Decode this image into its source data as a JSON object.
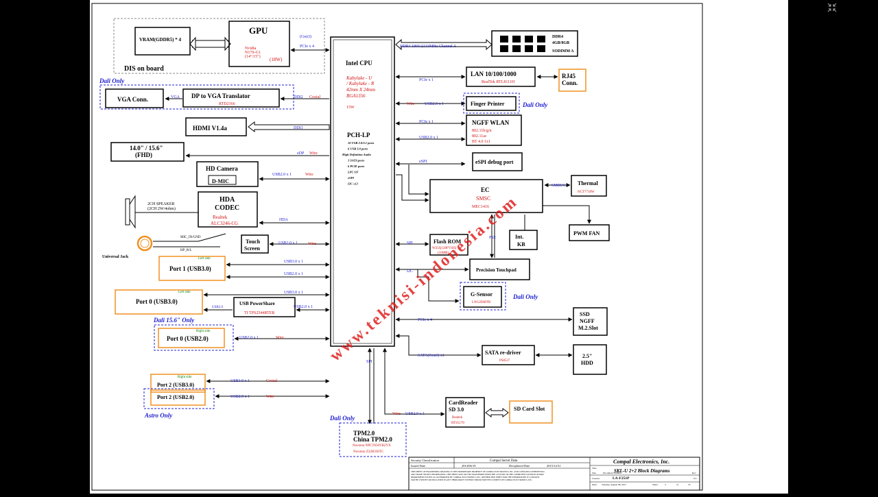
{
  "viewer": {
    "fullscreen_icon": "collapse-arrows-icon"
  },
  "colors": {
    "blue": "#1c1cd0",
    "red": "#d01010",
    "orange": "#f09020",
    "green": "#008000",
    "watermark": "#e02020"
  },
  "watermark": "www.teknisi-indonesia.com",
  "gpu_block": {
    "vram": "VRAM(GDDR5) * 4",
    "gpu_title": "GPU",
    "gpu_model": "Nvidia",
    "gpu_model2": "N17S-G1",
    "gpu_size": "(14\"/15\")",
    "gpu_power": "(18W)",
    "dis_label": "DIS on board",
    "gen3": "(Gen3)",
    "pcie_x4": "PCIe x 4"
  },
  "cpu": {
    "title": "Intel CPU",
    "sub1": "Kabylake - U",
    "sub2": "/ Kabylake - R",
    "sub3": "42mm X 24mm",
    "sub4": "BGA1356",
    "tdp": "15W",
    "pch": "PCH-LP",
    "features": [
      "10 USB 2.0/3.1 ports",
      "6 USB 3.0 ports",
      "High Definition Audio",
      "3 SATA ports",
      "6 PCIE ports",
      "LPC I/F",
      "eSPI",
      "I2C x12"
    ]
  },
  "left": {
    "dali_only_1": "Dali Only",
    "vga_conn": "VGA Conn.",
    "vga": "VGA",
    "dp_vga": "DP to VGA Translator",
    "rtd": "RTD2166",
    "ddi2": "DDI2",
    "coxial": "Coxial",
    "hdmi": "HDMI  V1.4a",
    "ddi1": "DDI1",
    "panel": "14.0\" / 15.6\"",
    "fhd": "(FHD)",
    "edp": "eDP",
    "wire": "Wire",
    "hd_camera": "HD Camera",
    "dmic": "D-MIC",
    "usb20x1": "USB2.0 x 1",
    "speaker": "2CH  SPEAKER",
    "speaker2": "(2CH  2W/4ohm)",
    "hda_codec1": "HDA",
    "hda_codec2": "CODEC",
    "realtek": "Realtek",
    "alc": "ALC3246-CG",
    "hda": "HDA",
    "mic": "MIC_IN/GND",
    "hp": "HP_R/L",
    "ujack": "Universal Jack",
    "touch1": "Touch",
    "touch2": "Screen",
    "left_side": "Left side",
    "port1": "Port 1 (USB3.0)",
    "usb30x1": "USB3.0 x 1",
    "usb20x1b": "USB2.0 x 1",
    "left_side2": "Left side",
    "port0a": "Port 0 (USB3.0)",
    "usb30x1b": "USB3.0 x 1",
    "usb2_0": "USB2.0",
    "usb_ps": "USB PowerShare",
    "ti": "TI  TPS2544RTER",
    "usb20x1c": "USB2.0 x 1",
    "dali156": "Dali 15.6\" Only",
    "right_side": "Right side",
    "port0b": "Port 0 (USB2.0)",
    "right_side2": "Right side",
    "port2a": "Port 2 (USB3.0)",
    "usb30x1c": "USB3.0 x 1",
    "port2b": "Port 2 (USB2.0)",
    "usb20x1d": "USB2.0 x 1",
    "astro": "Astro Only"
  },
  "right": {
    "ddr_bus": "DDR4  1866/2133MHz  Channel  A",
    "ddr4": "DDR4",
    "ddr4b": "4GB/8GB",
    "ddr4c": "SODIMM A",
    "pcie_x1": "PCIe x 1",
    "lan": "LAN  10/100/1000",
    "rtl": "RealTek  RTL8111H",
    "rj45": "RJ45",
    "rj45b": "Conn.",
    "wire": "Wire",
    "usb20x1": "USB2.0 x 1",
    "finger": "Finger Printer",
    "dali_only": "Dali Only",
    "pcie_x1b": "PCIe x 1",
    "usb20x1b": "USB2.0 x 1",
    "wlan": "NGFF WLAN",
    "wlan1": "802.11b/g/n",
    "wlan2": "802.11ac",
    "wlan3": "BT 4.0 1x1",
    "espi": "eSPI",
    "espi_dbg": "eSPI debug  port",
    "ec": "EC",
    "smsc": "SMSC",
    "mec": "MEC1416",
    "smbus": "SMBUS",
    "thermal": "Thermal",
    "nct": "NCT7718W",
    "pwm": "PWM FAN",
    "ps2": "PS2",
    "int": "Int.",
    "kb": "KB",
    "spi": "SPI",
    "flash": "Flash ROM",
    "w25": "W25Q128FVSIQ",
    "mb": "(16MB)",
    "i2c": "I2C",
    "touchpad": "Precision Touchpad",
    "gsensor": "G-Sensor",
    "lng": "LNG2DMTR",
    "dali_only2": "Dali Only",
    "pcie_x4": "PCIe x 4",
    "ssd1": "SSD",
    "ssd2": "NGFF",
    "ssd3": "M.2.Slot",
    "sata": "SATA(Gen3)  x1",
    "redriver": "SATA  re-driver",
    "ps8527": "PS8527",
    "hdd1": "2.5\"",
    "hdd2": "HDD",
    "spi2": "SPI",
    "wire2": "Wire",
    "usb20x1c": "USB2.0 x 1",
    "card1": "CardReader",
    "card2": "SD 3.0",
    "card3": "Realtek",
    "card4": "RTS5170",
    "sdslot": "SD Card Slot",
    "dali_only3": "Dali Only",
    "tpm1": "TPM2.0",
    "tpm2": "China TPM2.0",
    "tpm3": "Nuvoton  NPCT650VB2YX",
    "tpm4": "Nuvoton  Z32H330TC"
  },
  "titleblock": {
    "sec": "Security Classification",
    "compal_secret": "Compal Secret Data",
    "issued": "Issued Date",
    "issued_val": "2014/06/19",
    "decipher": "Deciphered Date",
    "decipher_val": "2015/12/31",
    "notice1": "THIS SHEET OF ENGINEERING DRAWING IS THE PROPRIETARY PROPERTY OF COMPAL ELECTRONICS, INC. AND CONTAINS CONFIDENTIAL",
    "notice2": "AND TRADE SECRET INFORMATION. THIS SHEET MAY NOT BE TRANSFERED FROM THE CUSTODY OF THE COMPETENT DIVISION OF R&D",
    "notice3": "DEPARTMENT EXCEPT AS AUTHORIZED BY COMPAL ELECTRONICS, INC. NEITHER THIS SHEET NOR THE INFORMATION IT CONTAINS",
    "notice4": "MAY BE USED BY OR DISCLOSED TO ANY THIRD PARTY WITHOUT PRIOR WRITTEN CONSENT OF COMPAL ELECTRONICS, INC.",
    "company": "Compal Electronics, Inc.",
    "title_lbl": "Title",
    "title": "SKL-U 2+2 Block Diagrams",
    "size_lbl": "Size",
    "docnum_lbl": "Document Number",
    "custom": "Custom",
    "docnum": "LA-F251P",
    "rev_lbl": "Rev",
    "rev": "0.3",
    "date_lbl": "Date:",
    "date": "Tuesday, August 08, 2017",
    "sheet_lbl": "Sheet",
    "sheet": "3",
    "of": "of",
    "total": "55"
  }
}
